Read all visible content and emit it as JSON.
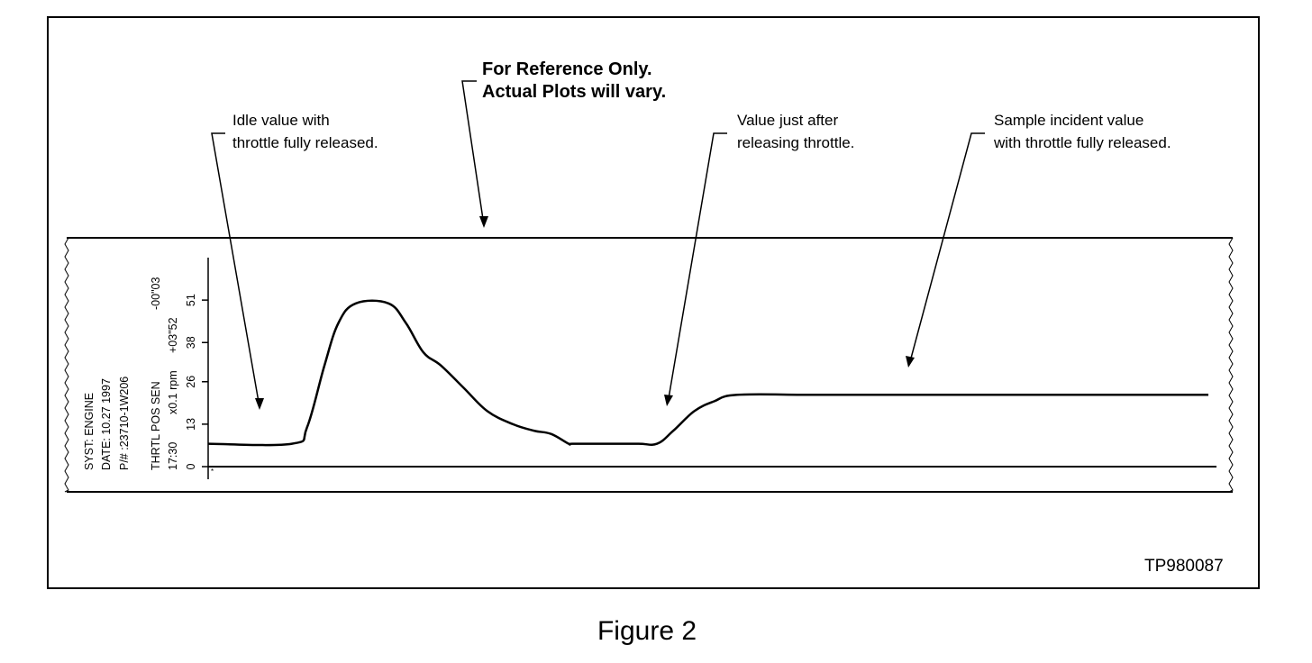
{
  "figure": {
    "note_line1": "For Reference Only.",
    "note_line2": "Actual Plots will vary.",
    "callouts": {
      "idle": [
        "Idle value with",
        "throttle fully released."
      ],
      "after_release": [
        "Value just after",
        "releasing throttle."
      ],
      "incident": [
        "Sample incident value",
        "with throttle fully released."
      ]
    },
    "strip_header": {
      "system": "SYST: ENGINE",
      "date": "DATE: 10.27 1997",
      "part": "P/# :23710-1W206",
      "sensor": "THRTL POS SEN",
      "time": "17:30",
      "units": "x0.1 rpm",
      "offset_top": "-00\"03",
      "offset_bottom": "+03\"52"
    },
    "ref_code": "TP980087",
    "caption": "Figure 2"
  },
  "chart_data": {
    "type": "line",
    "title": "",
    "xlabel": "",
    "ylabel": "THRTL POS SEN x0.1 rpm",
    "ylim": [
      0,
      64
    ],
    "yticks": [
      0,
      13,
      26,
      38,
      51
    ],
    "ytick_labels": [
      "0",
      "13",
      "26",
      "38",
      "51"
    ],
    "grid": false,
    "series": [
      {
        "name": "THRTL POS SEN",
        "x": [
          0,
          7.2,
          8.5,
          10.0,
          11.2,
          12.7,
          15.5,
          17.0,
          18.5,
          20.0,
          22.0,
          24.0,
          26.2,
          28.0,
          29.5,
          31.0,
          31.3,
          34.0,
          37.0,
          38.6,
          40.0,
          41.8,
          43.5,
          45.5,
          52.0,
          60.0,
          67.0,
          75.0,
          82.0,
          86.0
        ],
        "y": [
          7,
          7,
          12,
          31,
          44,
          50,
          50,
          44,
          35,
          31,
          24,
          17,
          13,
          11,
          10,
          7,
          7,
          7,
          7,
          7,
          11,
          17,
          20,
          22,
          22,
          22,
          22,
          22,
          22,
          22
        ]
      }
    ]
  }
}
